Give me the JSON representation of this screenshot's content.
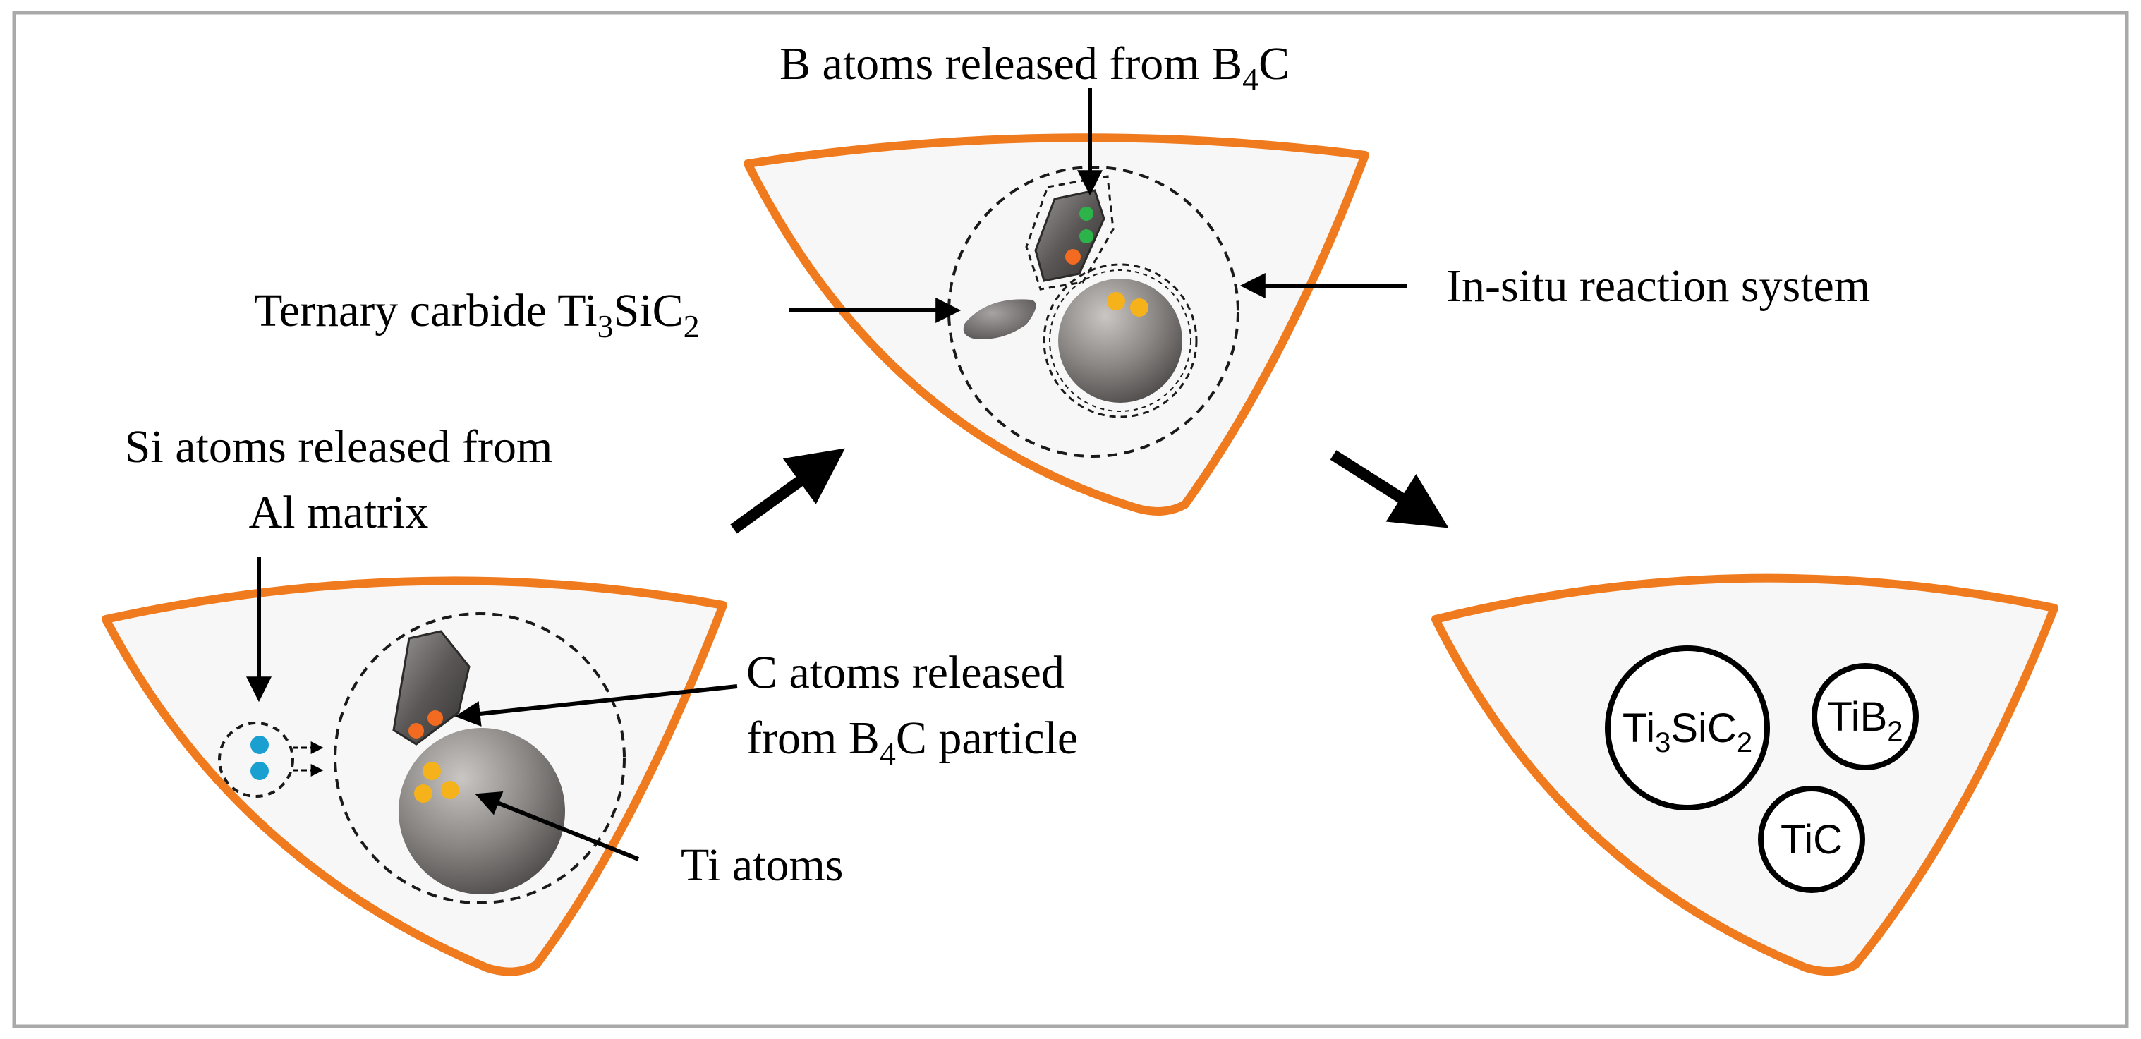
{
  "labels": {
    "b_atoms": {
      "text": "B atoms released from B",
      "sub": "4",
      "tail": "C"
    },
    "ternary": {
      "text": "Ternary carbide Ti",
      "sub1": "3",
      "mid": "SiC",
      "sub2": "2"
    },
    "insitu": "In-situ reaction system",
    "si_line1": "Si atoms released from",
    "si_line2": "Al matrix",
    "c_line1": "C atoms released",
    "c_line2_a": "from B",
    "c_line2_sub": "4",
    "c_line2_b": "C particle",
    "ti_atoms": "Ti atoms"
  },
  "products": {
    "ti3sic2": {
      "a": "Ti",
      "s1": "3",
      "b": "SiC",
      "s2": "2"
    },
    "tib2": {
      "a": "TiB",
      "s1": "2"
    },
    "tic": "TiC"
  },
  "colors": {
    "sector_outline": "#f07a1e",
    "sector_fill": "#f7f7f7",
    "frame": "#a9a9a9",
    "si_atom": "#1a9fd1",
    "c_atom": "#f26b21",
    "ti_atom": "#f5b21b",
    "b_atom": "#2cb34a",
    "particle": "#6e6b6a"
  }
}
